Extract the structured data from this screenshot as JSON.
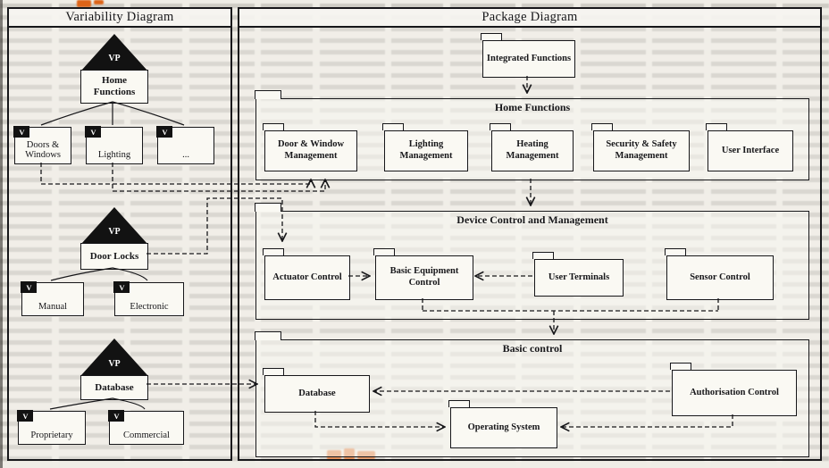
{
  "page": {
    "paper_color": "#efede6",
    "ink_color": "#17171a",
    "accent_orange": "#dd6418"
  },
  "variability_panel": {
    "title": "Variability Diagram",
    "vp_badge": "VP",
    "v_badge": "V",
    "groups": [
      {
        "name": "Home Functions",
        "variants": [
          "Doors & Windows",
          "Lighting",
          "..."
        ]
      },
      {
        "name": "Door Locks",
        "variants": [
          "Manual",
          "Electronic"
        ]
      },
      {
        "name": "Database",
        "variants": [
          "Proprietary",
          "Commercial"
        ]
      }
    ]
  },
  "package_panel": {
    "title": "Package Diagram",
    "top_package": "Integrated Functions",
    "containers": [
      {
        "title": "Home Functions",
        "packages": [
          "Door & Window Management",
          "Lighting Management",
          "Heating Management",
          "Security & Safety Management",
          "User Interface"
        ]
      },
      {
        "title": "Device Control and Management",
        "packages": [
          "Actuator Control",
          "Basic Equipment Control",
          "User Terminals",
          "Sensor Control"
        ]
      },
      {
        "title": "Basic control",
        "packages": [
          "Database",
          "Operating System",
          "Authorisation Control"
        ]
      }
    ]
  }
}
